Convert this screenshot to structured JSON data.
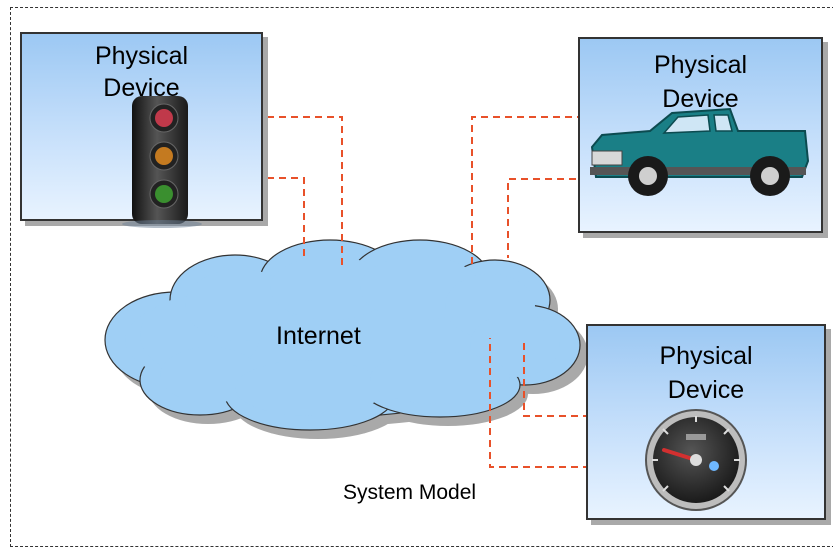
{
  "diagram": {
    "devices": [
      {
        "id": "traffic-light",
        "label_line1": "Physical",
        "label_line2": "Device",
        "icon": "traffic-light-icon"
      },
      {
        "id": "truck",
        "label_line1": "Physical",
        "label_line2": "Device",
        "icon": "pickup-truck-icon"
      },
      {
        "id": "gauge",
        "label_line1": "Physical",
        "label_line2": "Device",
        "icon": "speedometer-gauge-icon"
      }
    ],
    "network": {
      "label": "Internet",
      "icon": "cloud-icon"
    },
    "caption": "System Model",
    "colors": {
      "connector": "#e8512a",
      "cloud_fill": "#9fcff5",
      "cloud_shadow": "#a9a9a9",
      "box_border": "#333333",
      "truck_body": "#1a7f86"
    }
  }
}
